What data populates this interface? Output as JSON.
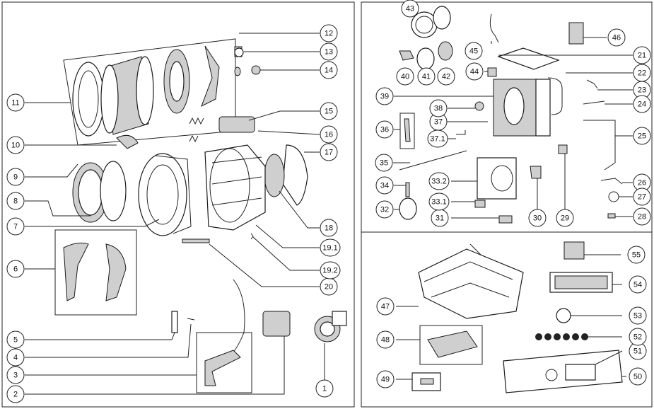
{
  "diagram": {
    "footer_text": "",
    "callouts": {
      "1": "1",
      "2": "2",
      "3": "3",
      "4": "4",
      "5": "5",
      "6": "6",
      "7": "7",
      "8": "8",
      "9": "9",
      "10": "10",
      "11": "11",
      "12": "12",
      "13": "13",
      "14": "14",
      "15": "15",
      "16": "16",
      "17": "17",
      "18": "18",
      "19_1": "19.1",
      "19_2": "19.2",
      "20": "20",
      "21": "21",
      "22": "22",
      "23": "23",
      "24": "24",
      "25": "25",
      "26": "26",
      "27": "27",
      "28": "28",
      "29": "29",
      "30": "30",
      "31": "31",
      "32": "32",
      "33_1": "33.1",
      "33_2": "33.2",
      "34": "34",
      "35": "35",
      "36": "36",
      "37": "37",
      "37_1": "37.1",
      "38": "38",
      "39": "39",
      "40": "40",
      "41": "41",
      "42": "42",
      "43": "43",
      "44": "44",
      "45": "45",
      "46": "46",
      "47": "47",
      "48": "48",
      "49": "49",
      "50": "50",
      "51": "51",
      "52": "52",
      "53": "53",
      "54": "54",
      "55": "55"
    }
  }
}
